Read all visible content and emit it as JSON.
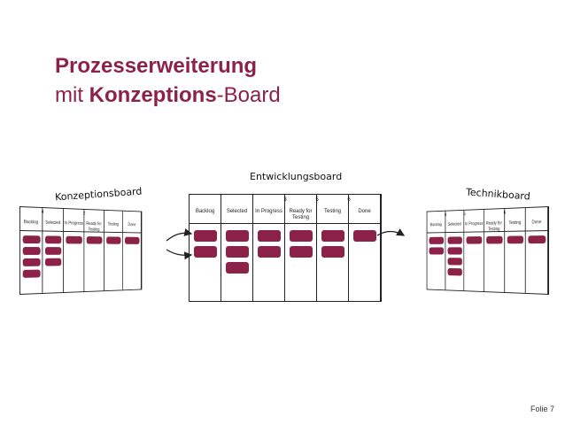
{
  "title": {
    "line1": "Prozesserweiterung",
    "line2_pre": "mit ",
    "line2_bold": "Konzeptions",
    "line2_post": "-Board"
  },
  "boards": {
    "entwicklung": {
      "label": "Entwicklungsboard",
      "limits": [
        "",
        "3",
        "5",
        "6",
        ""
      ],
      "columns": [
        "Backlog",
        "Selected",
        "In Progress",
        "Ready for\nTesting",
        "Testing",
        "Done"
      ]
    },
    "konzeption": {
      "label": "Konzeptionsboard",
      "limits": [
        "4",
        "",
        "2",
        ""
      ],
      "columns": [
        "Backlog",
        "Selected",
        "In Progress",
        "Ready for\nTesting",
        "Testing",
        "Done"
      ]
    },
    "technik": {
      "label": "Technikboard",
      "limits": [
        "4",
        "5",
        "",
        "6"
      ],
      "columns": [
        "Backlog",
        "Selected",
        "In Progress",
        "Ready for\nTesting",
        "Testing",
        "Done"
      ]
    }
  },
  "colors": {
    "accent": "#8c2248"
  },
  "footer": "Folie 7"
}
